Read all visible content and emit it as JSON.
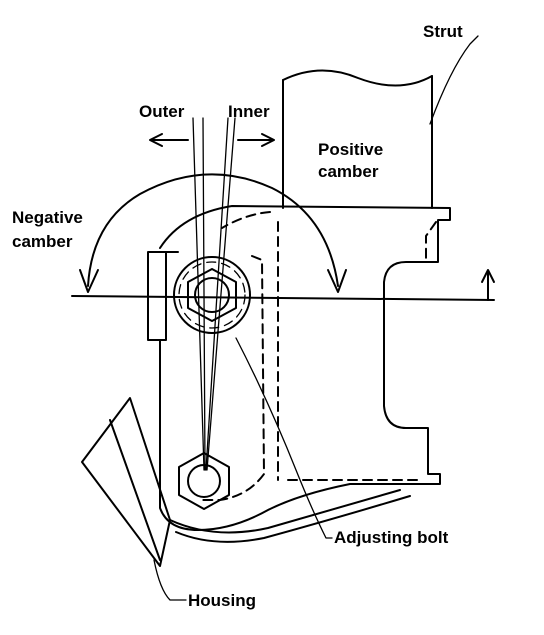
{
  "labels": {
    "strut": "Strut",
    "outer": "Outer",
    "inner": "Inner",
    "positive_camber_line1": "Positive",
    "positive_camber_line2": "camber",
    "negative_camber_line1": "Negative",
    "negative_camber_line2": "camber",
    "adjusting_bolt": "Adjusting bolt",
    "housing": "Housing"
  },
  "colors": {
    "ink": "#000000",
    "background": "#ffffff"
  }
}
